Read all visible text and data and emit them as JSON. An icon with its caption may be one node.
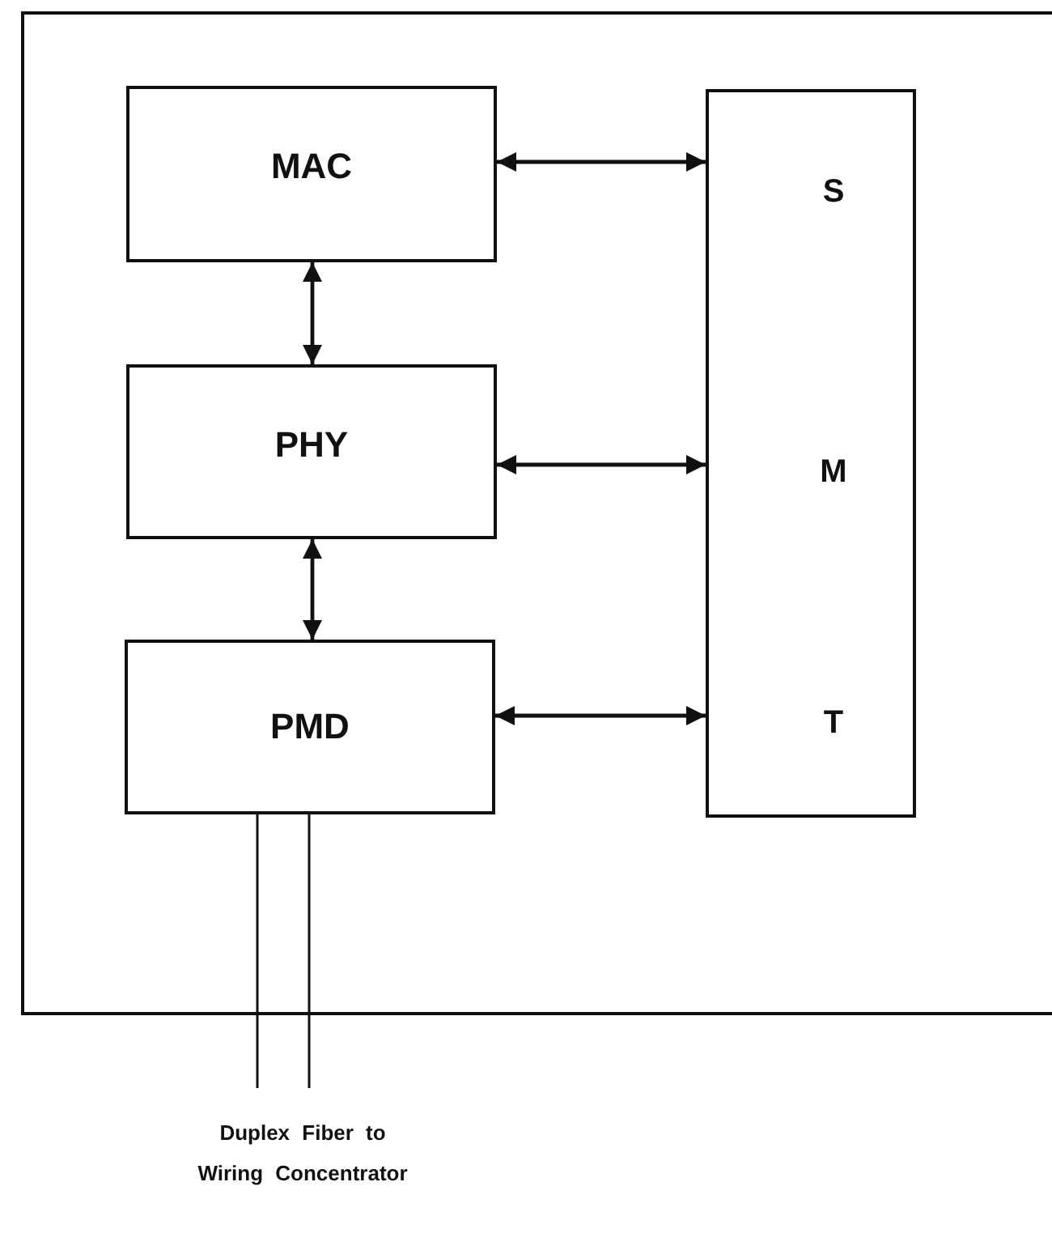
{
  "diagram": {
    "nodes": [
      {
        "text": [],
        "shape": "box"
      },
      {
        "text": [
          "MAC"
        ],
        "in": 0
      },
      {
        "text": [
          "PHY"
        ],
        "in": 0
      },
      {
        "text": [
          "PMD"
        ],
        "in": 0
      },
      {
        "text": [
          "S",
          "M",
          "T"
        ],
        "in": 0
      },
      {
        "text": [
          "Duplex Fiber to Wiring Concentrator"
        ]
      }
    ],
    "edges": [
      {
        "from": 1,
        "to": 4,
        "arrow": "both"
      },
      {
        "from": 1,
        "to": 2,
        "arrow": "both"
      },
      {
        "from": 2,
        "to": 4,
        "arrow": "both"
      },
      {
        "from": 2,
        "to": 3,
        "arrow": "both"
      },
      {
        "from": 3,
        "to": 4,
        "arrow": "both"
      },
      {
        "from": 3,
        "to": 5,
        "arrow": "none"
      },
      {
        "from": 3,
        "to": 5,
        "arrow": "none"
      }
    ]
  }
}
